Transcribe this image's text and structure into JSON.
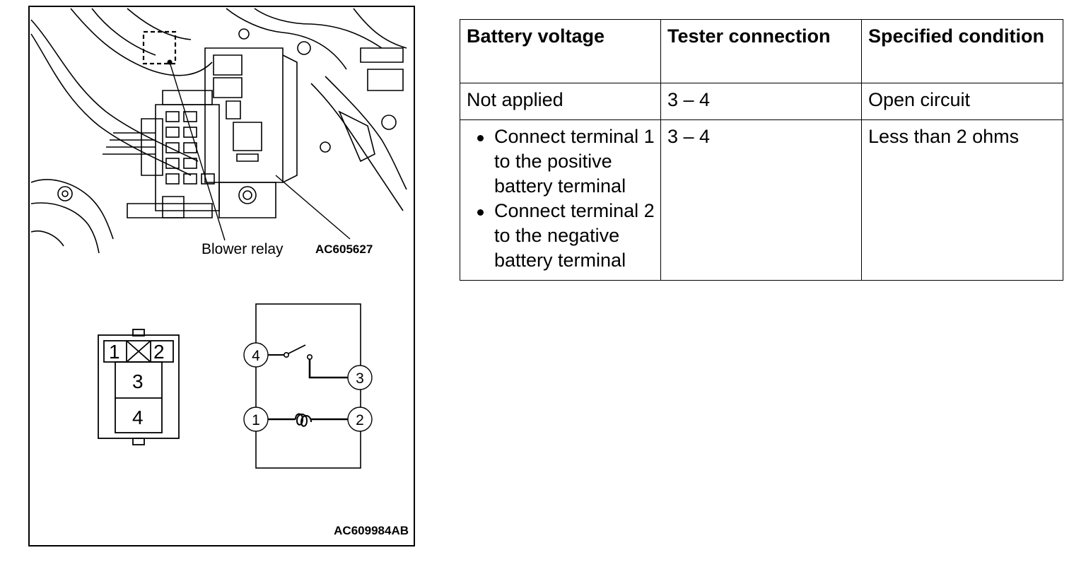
{
  "figure": {
    "photo_caption": "Blower relay",
    "photo_code": "AC605627",
    "figure_code": "AC609984AB",
    "connector_terminals": [
      "1",
      "2",
      "3",
      "4"
    ],
    "schematic_terminals": [
      "4",
      "3",
      "1",
      "2"
    ]
  },
  "table": {
    "headers": [
      "Battery voltage",
      "Tester connection",
      "Specified condition"
    ],
    "row1": {
      "voltage": "Not applied",
      "connection": "3 – 4",
      "condition": "Open circuit"
    },
    "row2": {
      "voltage_steps": [
        "Connect terminal 1 to the positive battery terminal",
        "Connect terminal 2 to the negative battery terminal"
      ],
      "connection": "3 – 4",
      "condition": "Less than 2 ohms"
    }
  }
}
